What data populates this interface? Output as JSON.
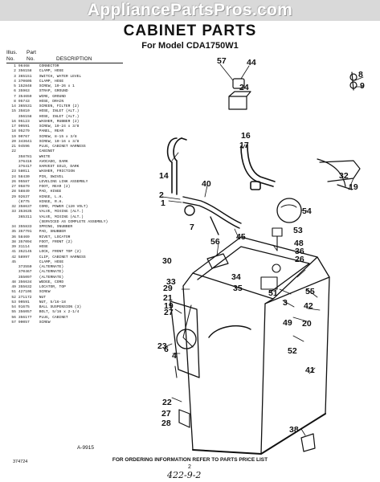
{
  "watermark": "AppliancePartsPros.com",
  "header": {
    "title": "CABINET PARTS",
    "model": "For Model CDA1750W1"
  },
  "columns": {
    "illus_no_line1": "Illus.",
    "illus_no_line2": "No.",
    "part_no_line1": "Part",
    "part_no_line2": "No.",
    "description": "DESCRIPTION"
  },
  "parts": [
    {
      "n": "1",
      "p": "96468",
      "d": "CONNECTOR"
    },
    {
      "n": "2",
      "p": "356158",
      "d": "CLAMP, HOSE"
    },
    {
      "n": "3",
      "p": "365151",
      "d": "SWITCH, WATER LEVEL"
    },
    {
      "n": "4",
      "p": "370605",
      "d": "CLAMP, HOSE"
    },
    {
      "n": "5",
      "p": "152848",
      "d": "SCREW, 10-26 x 1"
    },
    {
      "n": "6",
      "p": "35963",
      "d": "STRAP, GROUND"
    },
    {
      "n": "7",
      "p": "354659",
      "d": "WIRE, GROUND"
    },
    {
      "n": "8",
      "p": "95743",
      "d": "HOSE, DRAIN"
    },
    {
      "n": "14",
      "p": "365531",
      "d": "SCREEN, FILTER (2)"
    },
    {
      "n": "15",
      "p": "35810",
      "d": "HOSE, INLET (ALT.)"
    },
    {
      "n": "",
      "p": "356158",
      "d": "HOSE, INLET (ALT.)"
    },
    {
      "n": "16",
      "p": "95123",
      "d": "WASHER, RUBBER (2)"
    },
    {
      "n": "17",
      "p": "90591",
      "d": "SCREW, 10-24 x 3/8"
    },
    {
      "n": "18",
      "p": "95279",
      "d": "PANEL, REAR"
    },
    {
      "n": "19",
      "p": "90767",
      "d": "SCREW, 8-15 x 3/8"
    },
    {
      "n": "20",
      "p": "343641",
      "d": "SCREW, 10-16 x 3/8"
    },
    {
      "n": "21",
      "p": "94596",
      "d": "PLUG, CABINET HARNESS"
    },
    {
      "n": "22",
      "p": "",
      "d": "CABINET"
    },
    {
      "n": "",
      "p": "358781",
      "d": "WHITE"
    },
    {
      "n": "",
      "p": "376416",
      "d": "AVOCADO, DARK"
    },
    {
      "n": "",
      "p": "376417",
      "d": "HARVEST GOLD, DARK"
    },
    {
      "n": "23",
      "p": "58011",
      "d": "WASHER, FRICTION"
    },
    {
      "n": "24",
      "p": "58430",
      "d": "PIN, SWIVEL"
    },
    {
      "n": "26",
      "p": "95587",
      "d": "LEVELING LINK ASSEMBLY"
    },
    {
      "n": "27",
      "p": "95879",
      "d": "FOOT, REAR (2)"
    },
    {
      "n": "28",
      "p": "58849",
      "d": "PAD, HINGE"
    },
    {
      "n": "29",
      "p": "92637",
      "d": "HINGE, L.H."
    },
    {
      "n": "",
      "p": "(8775",
      "d": "HINGE, R.H."
    },
    {
      "n": "32",
      "p": "358637",
      "d": "CORD, POWER (120 VOLT)"
    },
    {
      "n": "33",
      "p": "353635",
      "d": "VALVE, MIXING (ALT.)"
    },
    {
      "n": "",
      "p": "365311",
      "d": "VALVE, MIXING (ALT.)"
    },
    {
      "n": "",
      "p": "",
      "d": "(SERVICED AS COMPLETE ASSEMBLY)"
    },
    {
      "n": "34",
      "p": "355833",
      "d": "SPRING, SNUBBER"
    },
    {
      "n": "35",
      "p": "357791",
      "d": "PAD, SNUBBER"
    },
    {
      "n": "36",
      "p": "58469",
      "d": "RIVET, LOCATOR"
    },
    {
      "n": "38",
      "p": "357094",
      "d": "FOOT, FRONT (2)"
    },
    {
      "n": "39",
      "p": "31114",
      "d": "HOSE"
    },
    {
      "n": "41",
      "p": "352145",
      "d": "LOCK, FRONT TOP (2)"
    },
    {
      "n": "42",
      "p": "58997",
      "d": "CLIP, CABINET HARNESS"
    },
    {
      "n": "45",
      "p": "",
      "d": "CLAMP, HOSE"
    },
    {
      "n": "",
      "p": "373550",
      "d": "(ALTERNATE)"
    },
    {
      "n": "",
      "p": "370467",
      "d": "(ALTERNATE)"
    },
    {
      "n": "",
      "p": "355097",
      "d": "(ALTERNATE)"
    },
    {
      "n": "48",
      "p": "356634",
      "d": "WEDGE, CORD"
    },
    {
      "n": "49",
      "p": "355632",
      "d": "LOCATOR, TOP"
    },
    {
      "n": "51",
      "p": "42710G",
      "d": "SCREW"
    },
    {
      "n": "52",
      "p": "271172",
      "d": "NUT"
    },
    {
      "n": "53",
      "p": "90591",
      "d": "NUT, 5/16-18"
    },
    {
      "n": "54",
      "p": "91675",
      "d": "BALL SUSPENSION (3)"
    },
    {
      "n": "55",
      "p": "356057",
      "d": "BOLT, 5/16 x 2-1/4"
    },
    {
      "n": "56",
      "p": "356177",
      "d": "PLUG, CABINET"
    },
    {
      "n": "57",
      "p": "90057",
      "d": "SCREW"
    }
  ],
  "diagram_code": "A-9915",
  "footer_note": "FOR ORDERING INFORMATION REFER TO PARTS PRICE LIST",
  "doc_number": "374724",
  "page_number": "2",
  "handwritten": "422-9-2"
}
